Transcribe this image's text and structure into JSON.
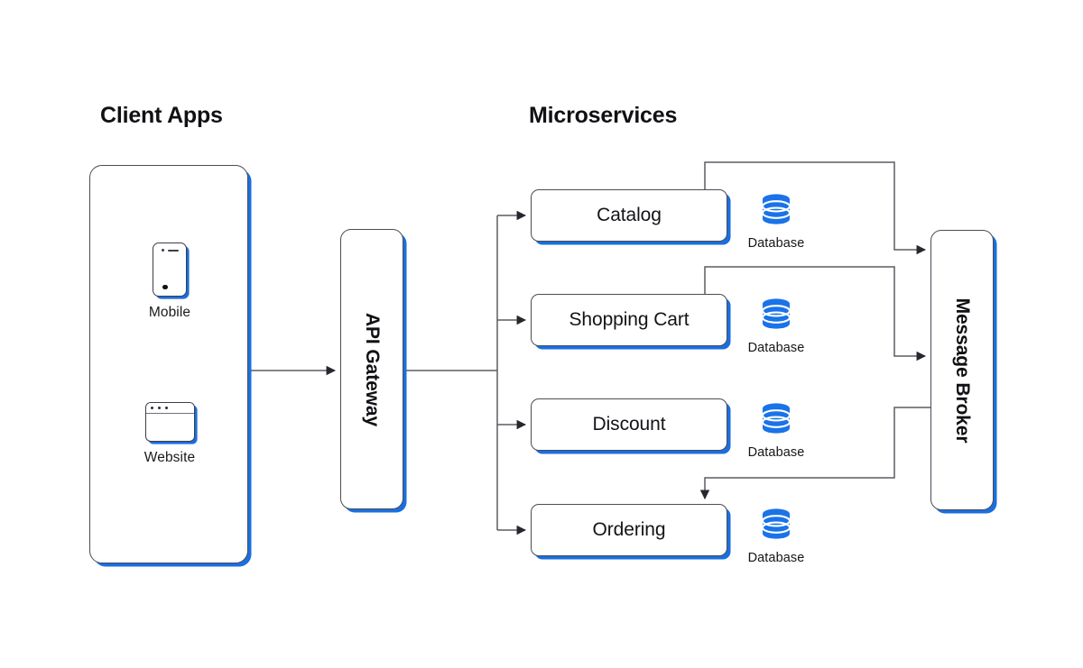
{
  "diagram": {
    "background": "#ffffff",
    "accent_blue": "#1a6ee0",
    "db_blue": "#1a73e8",
    "line_color": "#5a5d63",
    "sections": {
      "client_apps_title": "Client Apps",
      "microservices_title": "Microservices"
    },
    "client_apps": {
      "items": [
        {
          "id": "mobile",
          "label": "Mobile",
          "icon": "mobile-phone-icon"
        },
        {
          "id": "website",
          "label": "Website",
          "icon": "browser-window-icon"
        }
      ]
    },
    "gateway": {
      "label": "API Gateway"
    },
    "broker": {
      "label": "Message Broker"
    },
    "services": [
      {
        "id": "catalog",
        "label": "Catalog",
        "database_label": "Database"
      },
      {
        "id": "shopping-cart",
        "label": "Shopping Cart",
        "database_label": "Database"
      },
      {
        "id": "discount",
        "label": "Discount",
        "database_label": "Database"
      },
      {
        "id": "ordering",
        "label": "Ordering",
        "database_label": "Database"
      }
    ],
    "connections": [
      {
        "from": "client-apps",
        "to": "api-gateway",
        "arrow": "right"
      },
      {
        "from": "api-gateway",
        "to": "catalog",
        "arrow": "right"
      },
      {
        "from": "api-gateway",
        "to": "shopping-cart",
        "arrow": "right"
      },
      {
        "from": "api-gateway",
        "to": "discount",
        "arrow": "right"
      },
      {
        "from": "api-gateway",
        "to": "ordering",
        "arrow": "right"
      },
      {
        "from": "catalog",
        "to": "message-broker",
        "arrow": "right"
      },
      {
        "from": "shopping-cart",
        "to": "message-broker",
        "arrow": "right"
      },
      {
        "from": "message-broker",
        "to": "ordering",
        "arrow": "down"
      }
    ]
  }
}
